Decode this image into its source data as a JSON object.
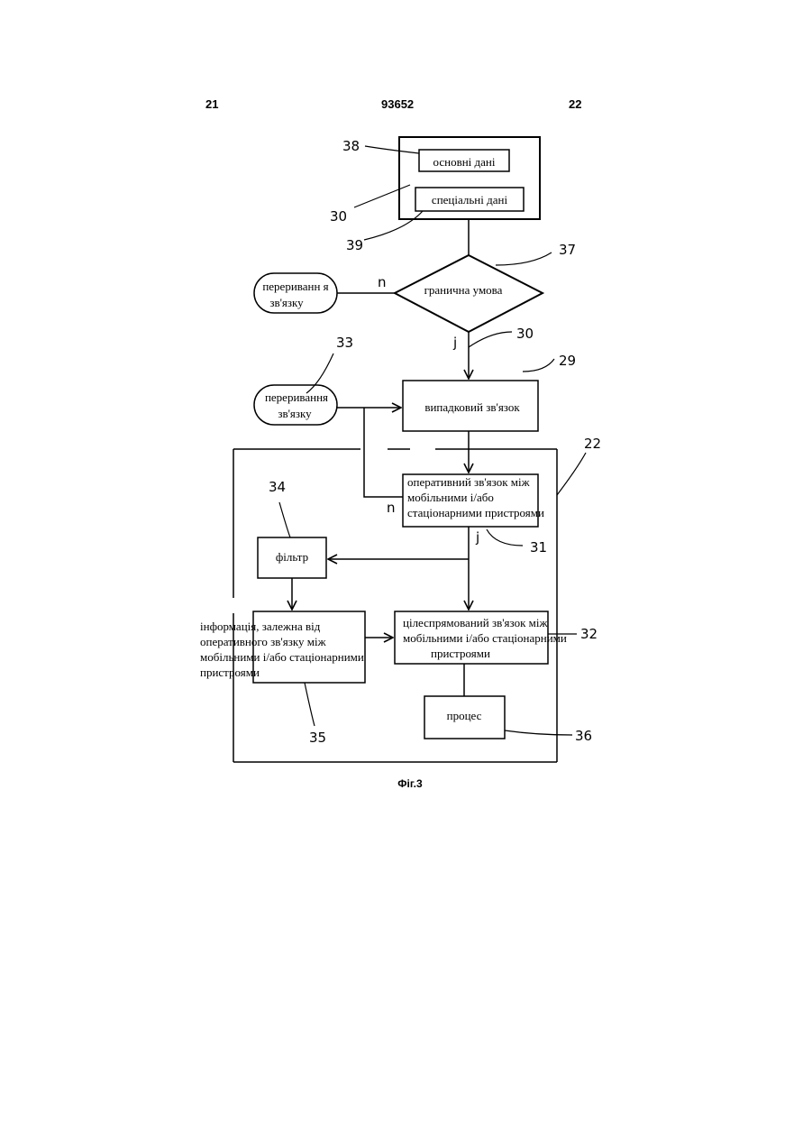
{
  "header": {
    "left_page": "21",
    "patent_number": "93652",
    "right_page": "22"
  },
  "blocks": {
    "basic_data": "основні дані",
    "special_data": "спеціальні дані",
    "boundary_condition": "гранична умова",
    "interrupt_top": [
      "перериванн я",
      "зв'язку"
    ],
    "interrupt_mid": [
      "переривання",
      "зв'язку"
    ],
    "random_connection": "випадковий зв'язок",
    "operative_connection": [
      "оперативний зв'язок  між",
      "мобільними і/або",
      "стаціонарними пристроями"
    ],
    "filter": "фільтр",
    "information": [
      "інформація, залежна від",
      "оперативного зв'язку між",
      "мобільними і/або стаціонарними",
      "пристроями"
    ],
    "targeted_connection": [
      "цілеспрямований зв'язок між",
      "мобільними і/або стаціонарними",
      "пристроями"
    ],
    "process": "процес"
  },
  "labels": {
    "n_top": "n",
    "j_top": "j",
    "n_mid": "n",
    "j_mid": "j"
  },
  "refs": {
    "r38": "38",
    "r30a": "30",
    "r39": "39",
    "r37": "37",
    "r30b": "30",
    "r33": "33",
    "r29": "29",
    "r22": "22",
    "r34": "34",
    "r31": "31",
    "r32": "32",
    "r35": "35",
    "r36": "36"
  },
  "caption": "Фіг.3"
}
